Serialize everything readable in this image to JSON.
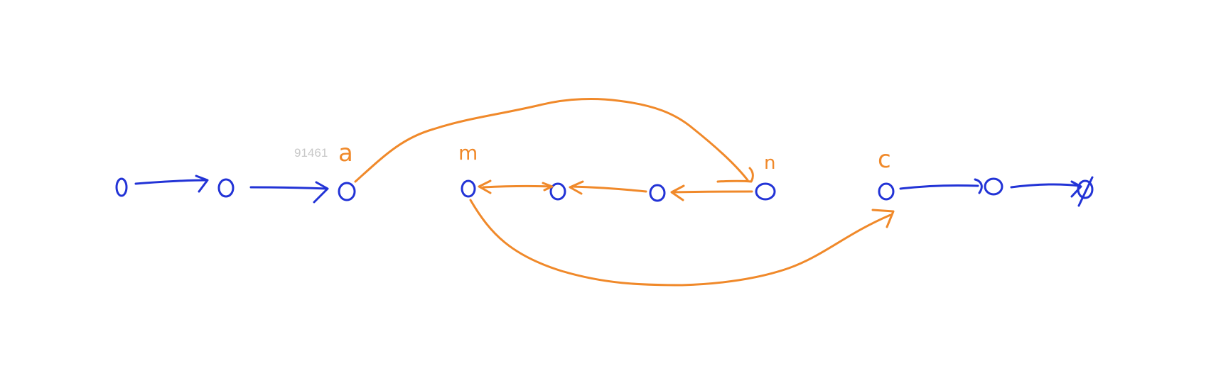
{
  "watermark": "91461",
  "labels": {
    "a": "a",
    "m": "m",
    "n": "n",
    "c": "c"
  },
  "colors": {
    "original_links": "#2233d6",
    "reversed_links": "#f0892a"
  }
}
